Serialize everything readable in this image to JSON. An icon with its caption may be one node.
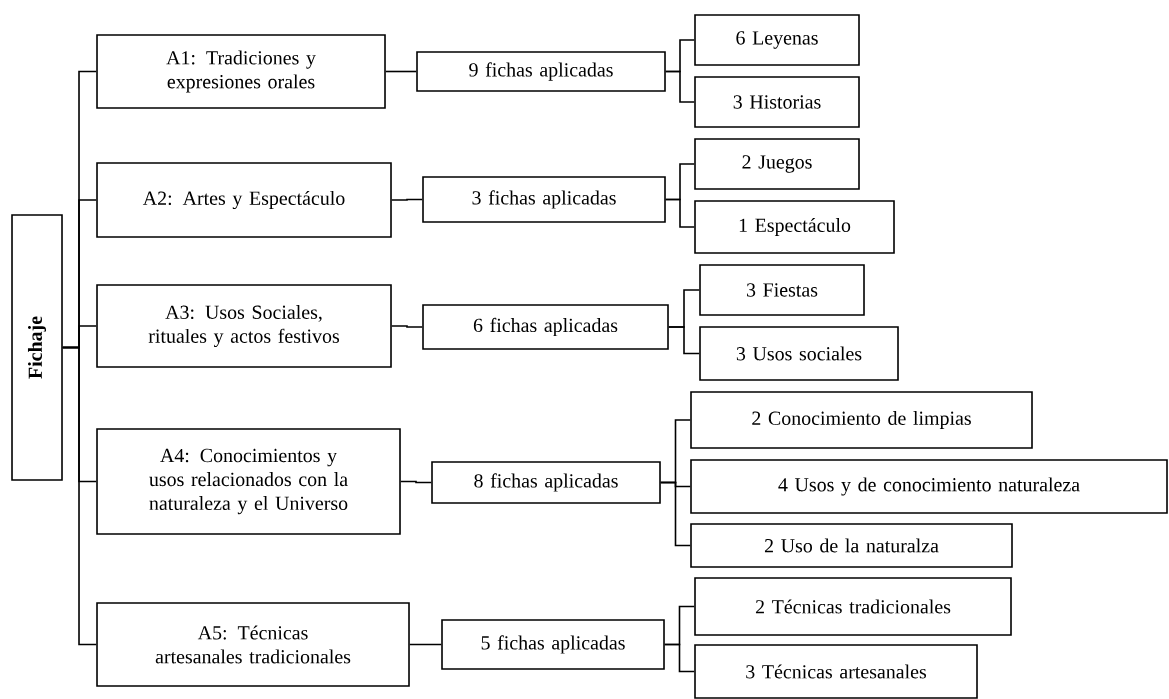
{
  "diagram": {
    "nodes": [
      {
        "text": [
          "Fichaje"
        ]
      },
      {
        "text": [
          "A1: Tradiciones y expresiones orales"
        ]
      },
      {
        "text": [
          "9 fichas aplicadas"
        ]
      },
      {
        "text": [
          "6 Leyenas"
        ]
      },
      {
        "text": [
          "3 Historias"
        ]
      },
      {
        "text": [
          "A2: Artes y Espectáculo"
        ]
      },
      {
        "text": [
          "3 fichas aplicadas"
        ]
      },
      {
        "text": [
          "2 Juegos"
        ]
      },
      {
        "text": [
          "1 Espectáculo"
        ]
      },
      {
        "text": [
          "A3: Usos Sociales, rituales y actos festivos"
        ]
      },
      {
        "text": [
          "6 fichas aplicadas"
        ]
      },
      {
        "text": [
          "3 Fiestas"
        ]
      },
      {
        "text": [
          "3 Usos sociales"
        ]
      },
      {
        "text": [
          "A4: Conocimientos y usos relacionados con la naturaleza y el Universo"
        ]
      },
      {
        "text": [
          "8 fichas aplicadas"
        ]
      },
      {
        "text": [
          "2 Conocimiento de limpias"
        ]
      },
      {
        "text": [
          "4 Usos y de conocimiento naturaleza"
        ]
      },
      {
        "text": [
          "2 Uso de la naturalza"
        ]
      },
      {
        "text": [
          "A5: Técnicas artesanales tradicionales"
        ]
      },
      {
        "text": [
          "5 fichas aplicadas"
        ]
      },
      {
        "text": [
          "2 Técnicas tradicionales"
        ]
      },
      {
        "text": [
          "3 Técnicas artesanales"
        ]
      }
    ],
    "edges": [
      {
        "from": 0,
        "to": 1,
        "arrow": "none"
      },
      {
        "from": 0,
        "to": 5,
        "arrow": "none"
      },
      {
        "from": 0,
        "to": 9,
        "arrow": "none"
      },
      {
        "from": 0,
        "to": 13,
        "arrow": "none"
      },
      {
        "from": 0,
        "to": 18,
        "arrow": "none"
      },
      {
        "from": 1,
        "to": 2,
        "arrow": "none"
      },
      {
        "from": 2,
        "to": 3,
        "arrow": "none"
      },
      {
        "from": 2,
        "to": 4,
        "arrow": "none"
      },
      {
        "from": 5,
        "to": 6,
        "arrow": "none"
      },
      {
        "from": 6,
        "to": 7,
        "arrow": "none"
      },
      {
        "from": 6,
        "to": 8,
        "arrow": "none"
      },
      {
        "from": 9,
        "to": 10,
        "arrow": "none"
      },
      {
        "from": 10,
        "to": 11,
        "arrow": "none"
      },
      {
        "from": 10,
        "to": 12,
        "arrow": "none"
      },
      {
        "from": 13,
        "to": 14,
        "arrow": "none"
      },
      {
        "from": 14,
        "to": 15,
        "arrow": "none"
      },
      {
        "from": 14,
        "to": 16,
        "arrow": "none"
      },
      {
        "from": 14,
        "to": 17,
        "arrow": "none"
      },
      {
        "from": 18,
        "to": 19,
        "arrow": "none"
      },
      {
        "from": 19,
        "to": 20,
        "arrow": "none"
      },
      {
        "from": 19,
        "to": 21,
        "arrow": "none"
      }
    ]
  }
}
